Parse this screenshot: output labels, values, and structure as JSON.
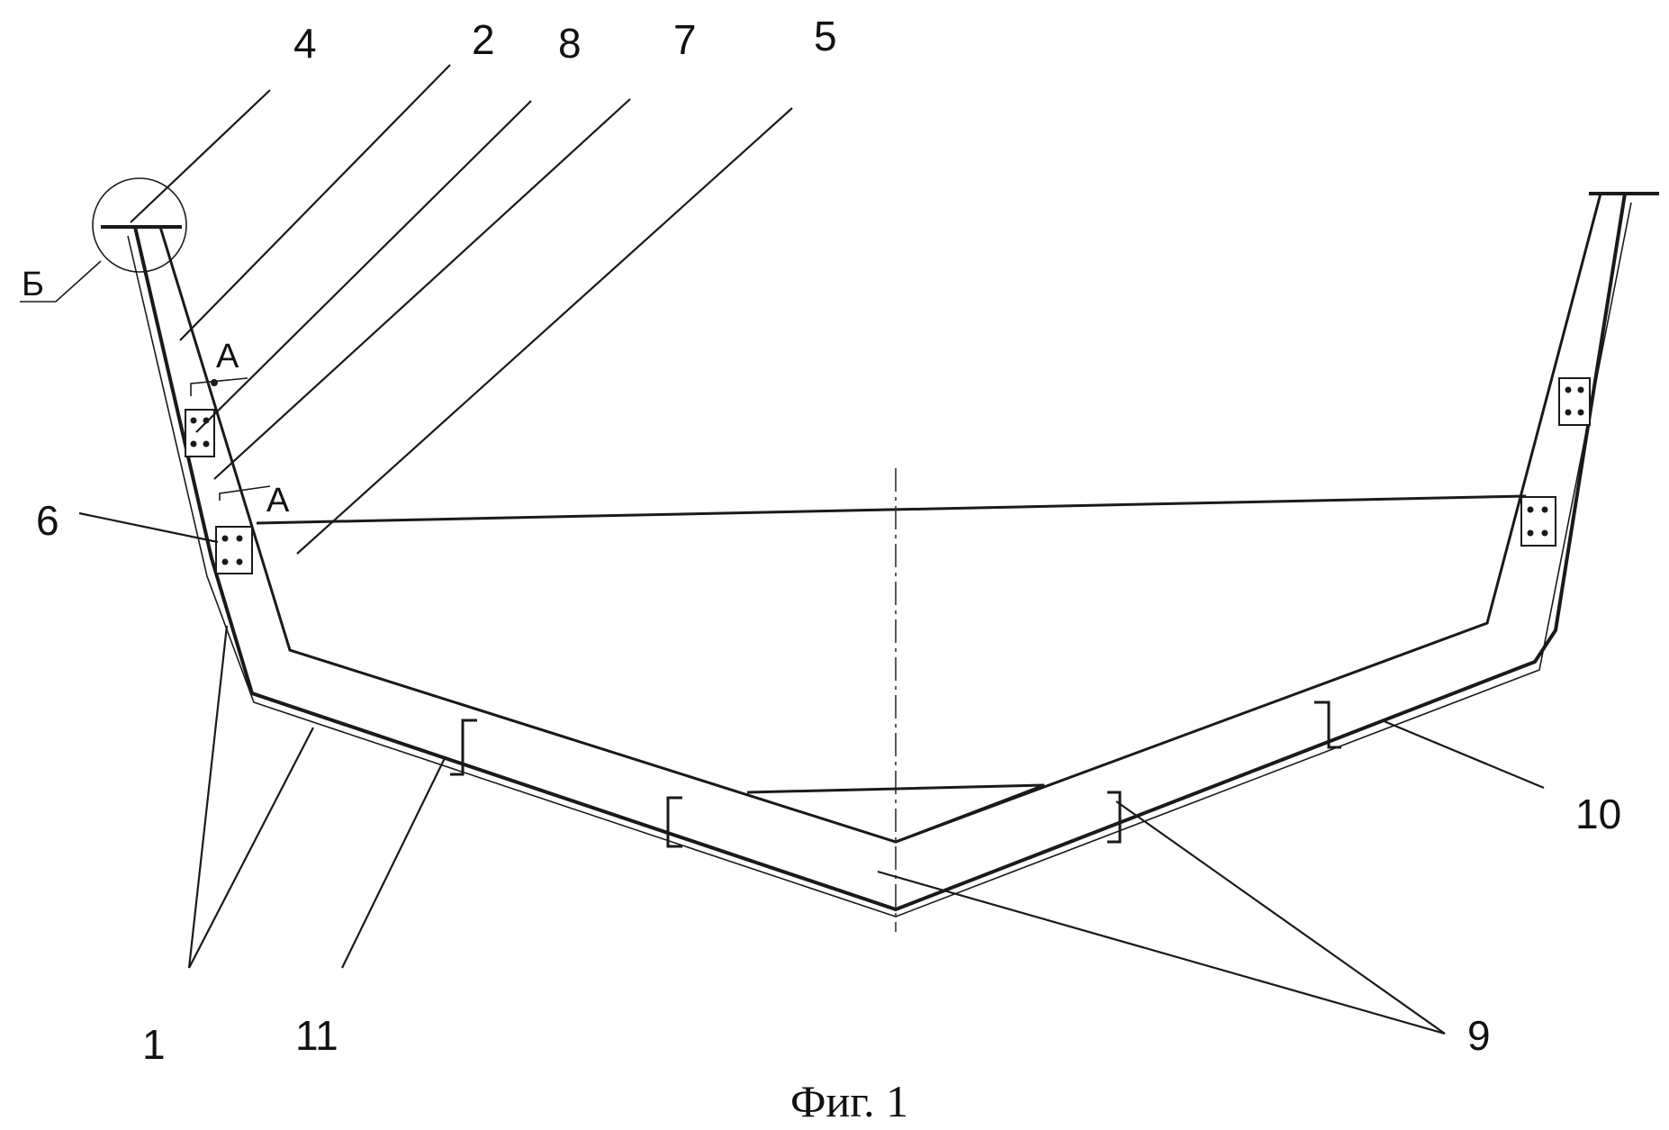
{
  "labels": {
    "l1": "1",
    "l2": "2",
    "l4": "4",
    "l5": "5",
    "l6": "6",
    "l7": "7",
    "l8": "8",
    "l9": "9",
    "l10": "10",
    "l11": "11"
  },
  "section_marks": {
    "a_top": "A",
    "a_bottom": "A",
    "detail": "Б"
  },
  "caption": "Фиг. 1"
}
